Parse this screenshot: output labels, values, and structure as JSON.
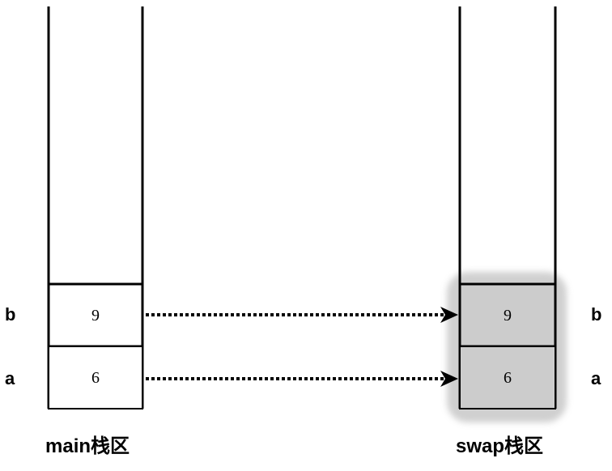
{
  "stacks": [
    {
      "name": "main",
      "caption": "main栈区",
      "cells": [
        {
          "var": "b",
          "value": "9"
        },
        {
          "var": "a",
          "value": "6"
        }
      ],
      "highlighted": false
    },
    {
      "name": "swap",
      "caption": "swap栈区",
      "cells": [
        {
          "var": "b",
          "value": "9"
        },
        {
          "var": "a",
          "value": "6"
        }
      ],
      "highlighted": true
    }
  ],
  "colors": {
    "line": "#000000",
    "cell_fill_main": "#ffffff",
    "cell_fill_swap": "#cccccc",
    "highlight_shadow": "#c8c8c8"
  },
  "arrows": [
    {
      "from": "main.b",
      "to": "swap.b",
      "style": "dotted"
    },
    {
      "from": "main.a",
      "to": "swap.a",
      "style": "dotted"
    }
  ]
}
